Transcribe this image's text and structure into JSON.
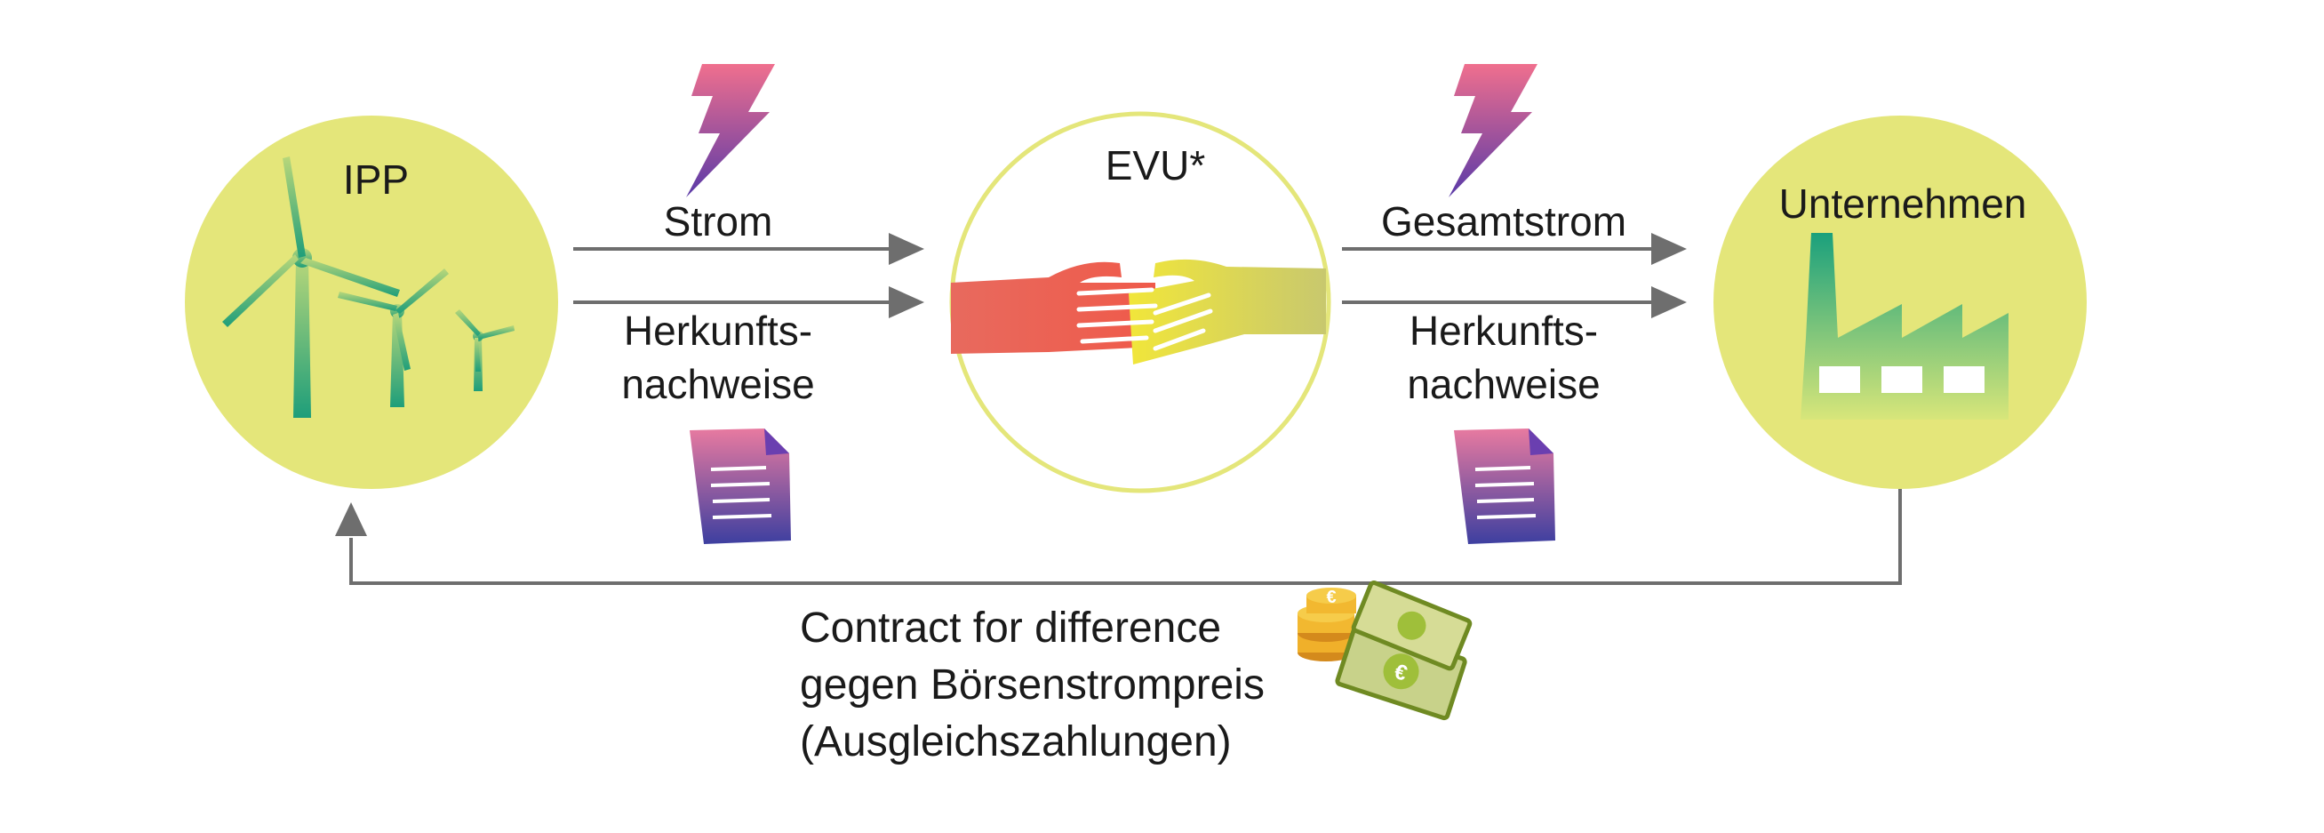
{
  "nodes": {
    "ipp": "IPP",
    "evu": "EVU*",
    "unternehmen": "Unternehmen"
  },
  "flows_left": {
    "strom": "Strom",
    "herkunft_line1": "Herkunfts-",
    "herkunft_line2": "nachweise"
  },
  "flows_right": {
    "gesamtstrom": "Gesamtstrom",
    "herkunft_line1": "Herkunfts-",
    "herkunft_line2": "nachweise"
  },
  "return_flow": {
    "line1": "Contract for difference",
    "line2": "gegen Börsenstrompreis",
    "line3": "(Ausgleichszahlungen)"
  },
  "icons": [
    "wind-turbines-icon",
    "lightning-icon",
    "document-icon",
    "handshake-icon",
    "factory-icon",
    "coins-icon",
    "banknotes-icon"
  ],
  "colors": {
    "circle_fill": "#e4e67a",
    "arrow": "#6e6e6e",
    "turbine": "#2aa57a",
    "hand_left": "#e8685a",
    "hand_right": "#d6d24a"
  }
}
